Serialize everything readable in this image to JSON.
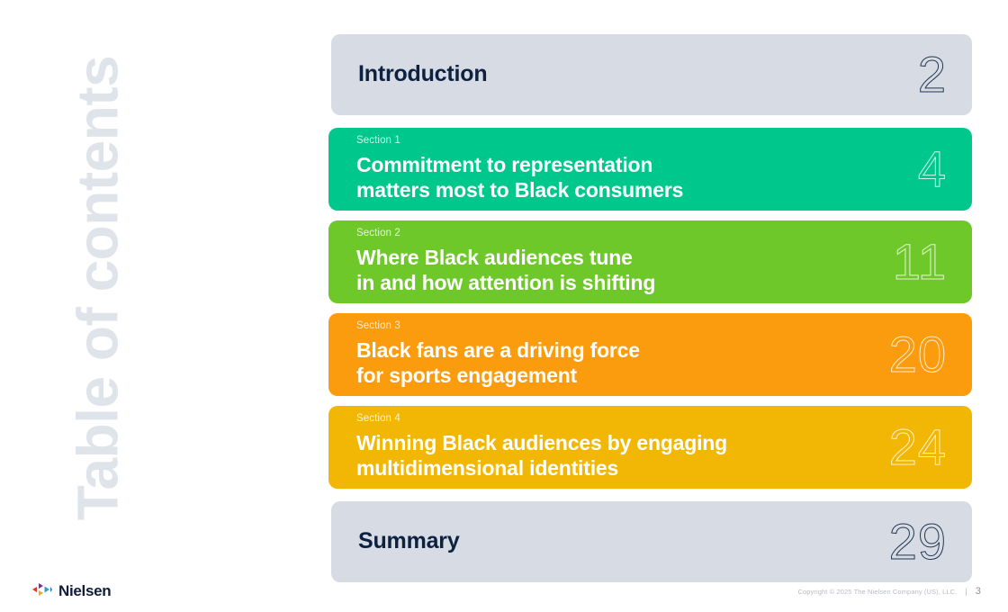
{
  "page": {
    "vertical_title": "Table of contents",
    "background": "#ffffff",
    "navy": "#0d2240",
    "gray_band": "#d7dbe4",
    "vertical_title_color": "#dfe3ea"
  },
  "contents": [
    {
      "kind": "plain",
      "label": "",
      "title": "Introduction",
      "page": "2",
      "color": "#d7dbe4"
    },
    {
      "kind": "section",
      "label": "Section 1",
      "title": "Commitment to representation\nmatters most to Black consumers",
      "page": "4",
      "color": "#00c88c"
    },
    {
      "kind": "section",
      "label": "Section 2",
      "title": "Where Black audiences tune\nin and how attention is shifting",
      "page": "11",
      "color": "#6ec82a"
    },
    {
      "kind": "section",
      "label": "Section 3",
      "title": "Black fans are a driving force\nfor sports engagement",
      "page": "20",
      "color": "#fb9b0e"
    },
    {
      "kind": "section",
      "label": "Section 4",
      "title": "Winning Black audiences by engaging\nmultidimensional identities",
      "page": "24",
      "color": "#f2b705"
    },
    {
      "kind": "plain",
      "label": "",
      "title": "Summary",
      "page": "29",
      "color": "#d7dbe4"
    }
  ],
  "footer": {
    "logo_text": "Nielsen",
    "copyright": "Copyright © 2025 The Nielsen Company (US), LLC.",
    "separator": "|",
    "page_number": "3"
  }
}
